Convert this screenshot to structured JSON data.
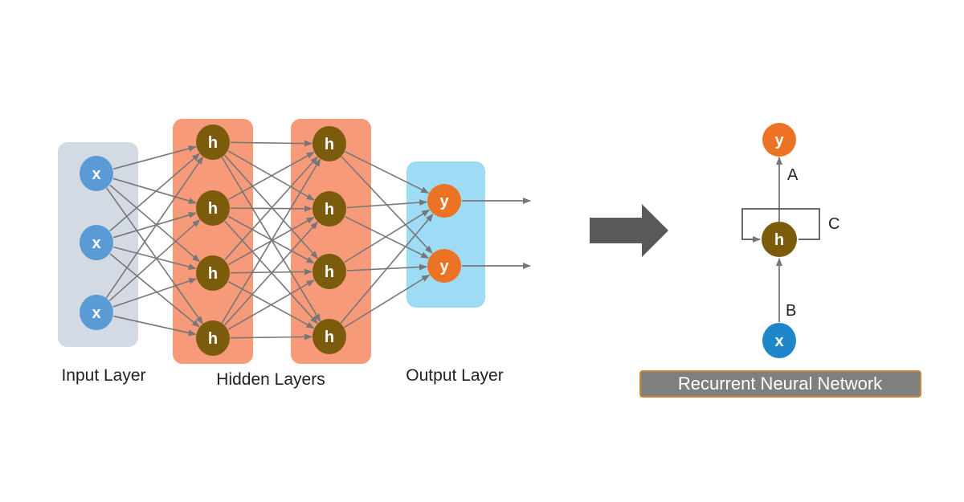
{
  "feedforward": {
    "layer_labels": {
      "input": "Input Layer",
      "hidden": "Hidden Layers",
      "output": "Output Layer"
    },
    "input_nodes": [
      "x",
      "x",
      "x"
    ],
    "hidden_layer_1_nodes": [
      "h",
      "h",
      "h",
      "h"
    ],
    "hidden_layer_2_nodes": [
      "h",
      "h",
      "h",
      "h"
    ],
    "output_nodes": [
      "y",
      "y"
    ]
  },
  "rnn": {
    "output_node": "y",
    "hidden_node": "h",
    "input_node": "x",
    "edge_labels": {
      "a": "A",
      "b": "B",
      "c": "C"
    },
    "banner": "Recurrent Neural Network"
  },
  "colors": {
    "input_node": "#5b9bd5",
    "input_panel": "#d4dae3",
    "hidden_node": "#7a5c0c",
    "hidden_panel": "#f79a7a",
    "output_node": "#ec7224",
    "output_panel": "#9edcf6",
    "rnn_input_node": "#1f86c9",
    "edge": "#777777",
    "transform_arrow": "#595959",
    "banner_fill": "#7f7f7f",
    "banner_border": "#c9883a"
  }
}
